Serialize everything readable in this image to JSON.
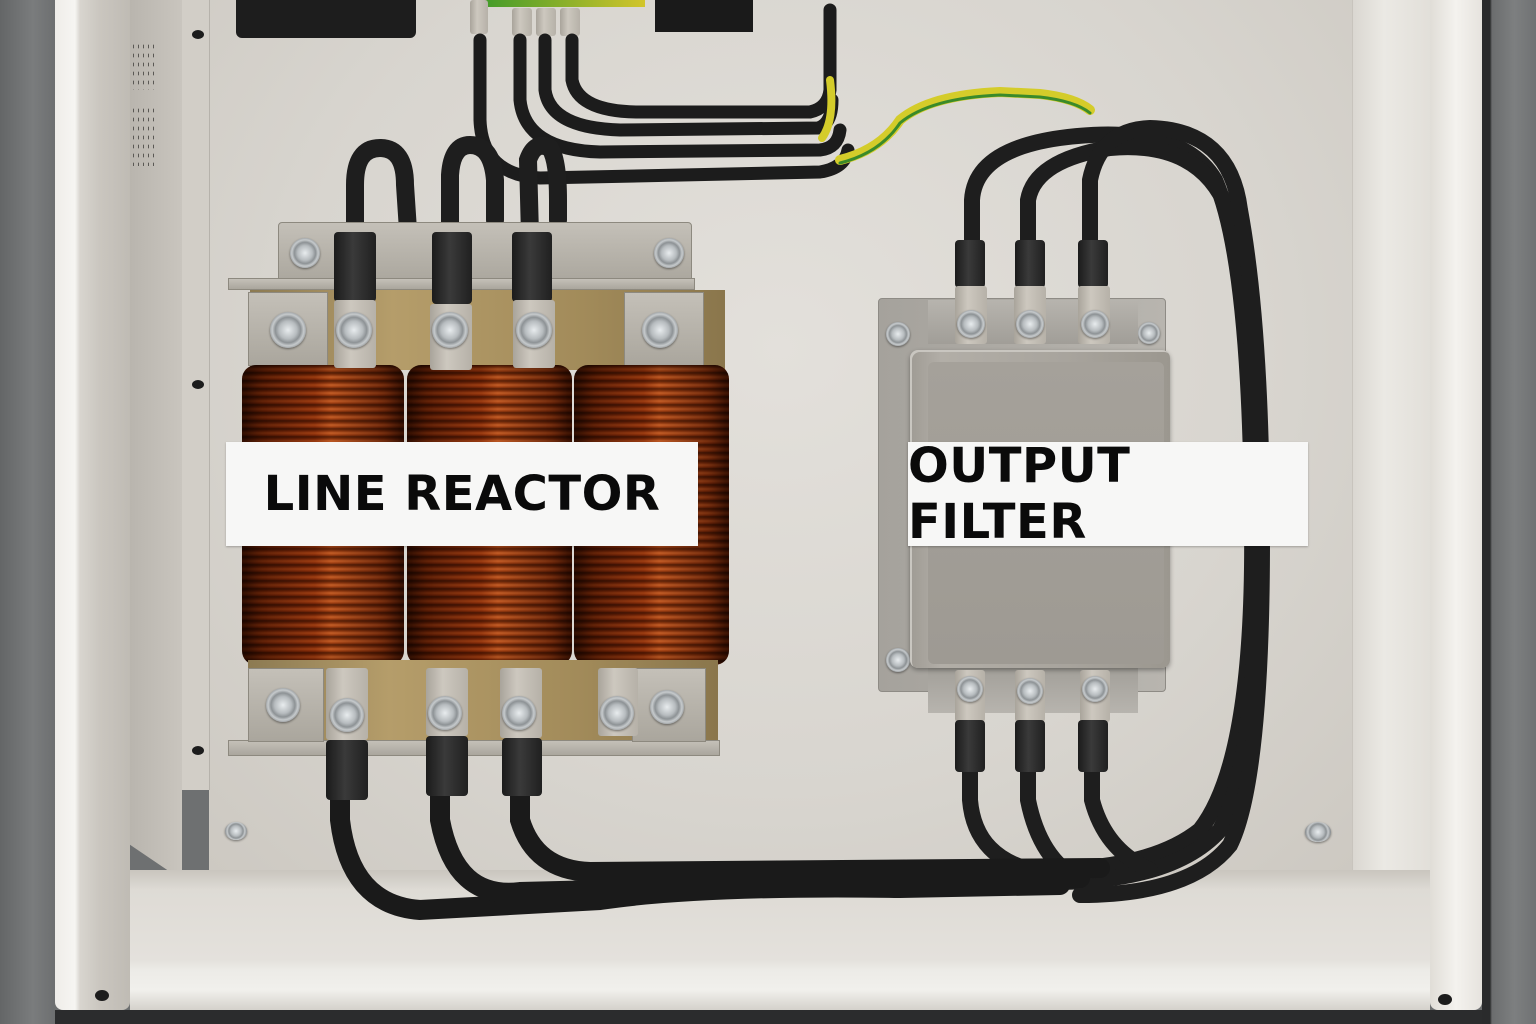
{
  "scene": {
    "subject": "Electrical cabinet interior with line reactor and output filter",
    "colors": {
      "cabinet_interior": "#d8d5cf",
      "cabinet_exterior": "#6e7071",
      "copper": "#b9682e",
      "cable": "#1e1e1e",
      "ground_wire_yellow": "#d4cc2a",
      "ground_wire_green": "#3a8a2a",
      "label_background": "#f7f7f6",
      "label_text": "#0a0a0a"
    }
  },
  "labels": {
    "line_reactor": "LINE REACTOR",
    "output_filter": "OUTPUT FILTER"
  },
  "components": {
    "line_reactor": {
      "phases": 3,
      "coil_count": 3,
      "top_terminals": 3,
      "bottom_terminals": 3
    },
    "output_filter": {
      "input_terminals": 3,
      "output_terminals": 3
    },
    "top_terminal_block": {
      "terminals": 4
    },
    "ground_wire": {
      "type": "yellow-green"
    }
  }
}
